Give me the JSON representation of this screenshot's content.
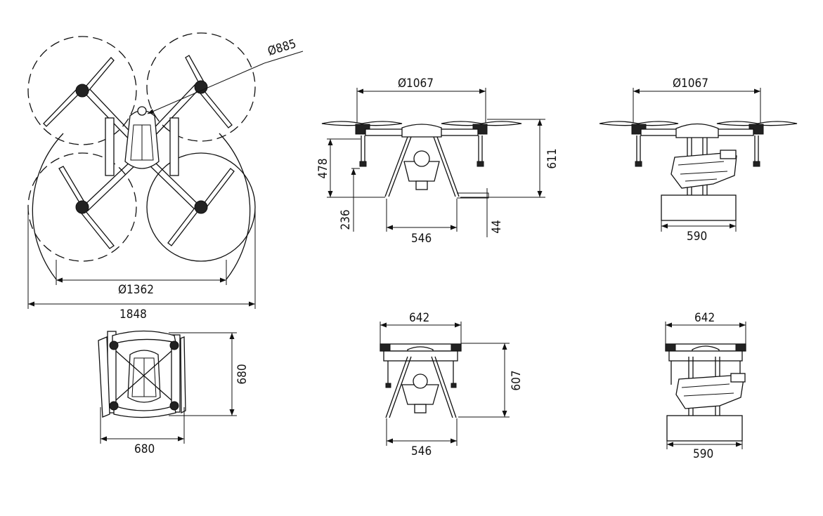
{
  "top_view": {
    "prop_diameter": "Ø885",
    "motor_span": "Ø1362",
    "overall_width": "1848"
  },
  "front_view": {
    "motor_span": "Ø1067",
    "height": "611",
    "body_height": "478",
    "ground_clearance": "236",
    "leg_height": "44",
    "skid_width": "546"
  },
  "side_view": {
    "motor_span": "Ø1067",
    "tank_width": "590"
  },
  "folded_top_view": {
    "height": "680",
    "width": "680"
  },
  "folded_front_view": {
    "arm_width": "642",
    "height": "607",
    "skid_width": "546"
  },
  "folded_side_view": {
    "arm_width": "642",
    "tank_width": "590"
  }
}
